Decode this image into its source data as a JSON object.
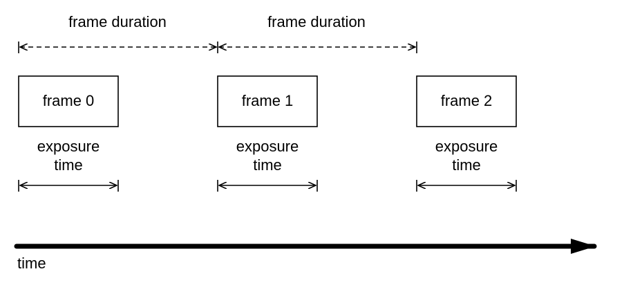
{
  "frame_duration_labels": [
    "frame duration",
    "frame duration"
  ],
  "frames": [
    {
      "label": "frame 0",
      "exposure_line1": "exposure",
      "exposure_line2": "time"
    },
    {
      "label": "frame 1",
      "exposure_line1": "exposure",
      "exposure_line2": "time"
    },
    {
      "label": "frame 2",
      "exposure_line1": "exposure",
      "exposure_line2": "time"
    }
  ],
  "time_axis_label": "time",
  "colors": {
    "stroke": "#000000",
    "background": "#ffffff"
  }
}
